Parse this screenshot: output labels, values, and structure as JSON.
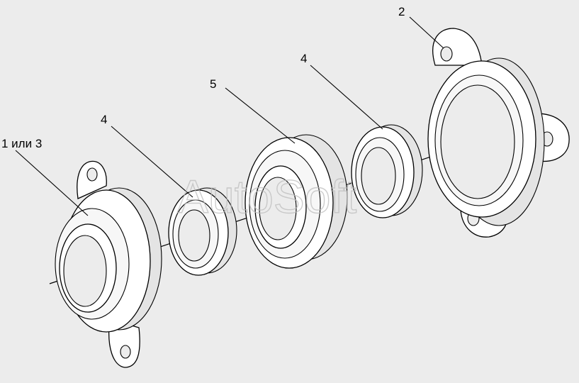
{
  "labels": {
    "part_1_or_3": "1 или 3",
    "part_4_left": "4",
    "part_5": "5",
    "part_4_right": "4",
    "part_2": "2"
  },
  "watermark": "AutoSoft",
  "colors": {
    "background": "#ececec",
    "line": "#000000",
    "watermark": "#bdbdbd"
  }
}
